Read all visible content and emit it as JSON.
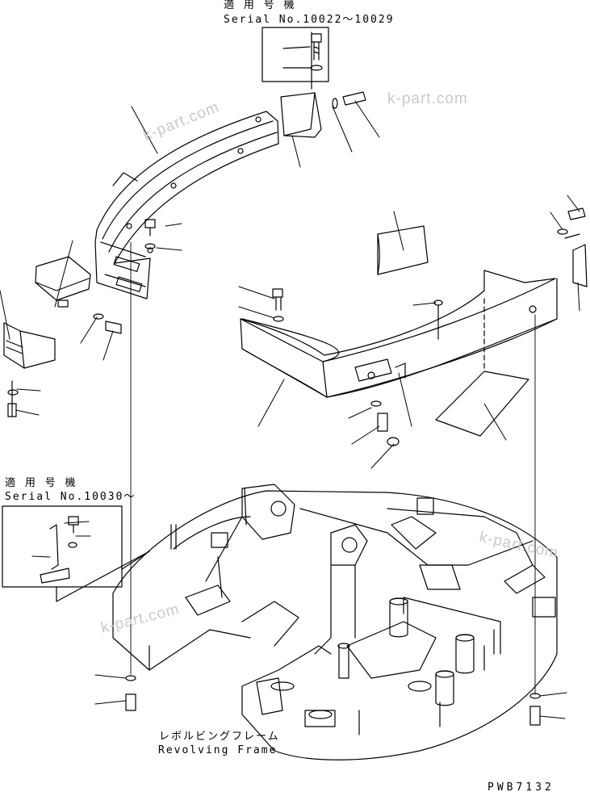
{
  "callouts": {
    "top": {
      "applicable_label": "適 用 号 機",
      "serial_label": "Serial No.10022～10029"
    },
    "left": {
      "applicable_label": "適 用 号 機",
      "serial_label": "Serial No.10030～"
    }
  },
  "frame_label": {
    "jp": "レボルビングフレーム",
    "en": "Revolving Frame"
  },
  "drawing_code": "PWB7132",
  "watermarks": [
    "k-part.com",
    "k-part.com",
    "k-part.com",
    "k-part.com"
  ]
}
